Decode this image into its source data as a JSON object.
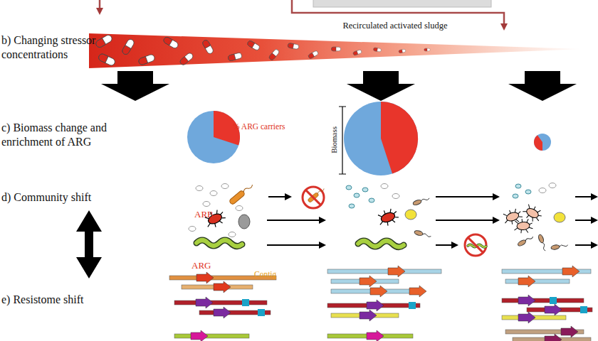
{
  "diagram": {
    "labels": [
      "Recirculated activated sludge",
      "b) Changing stressor concentrations",
      "c) Biomass change and enrichment of ARG",
      "% ARG carriers",
      "Biomass",
      "d) Community shift",
      "ARB",
      "ARG",
      "Contig",
      "e) Resistome shift"
    ]
  }
}
